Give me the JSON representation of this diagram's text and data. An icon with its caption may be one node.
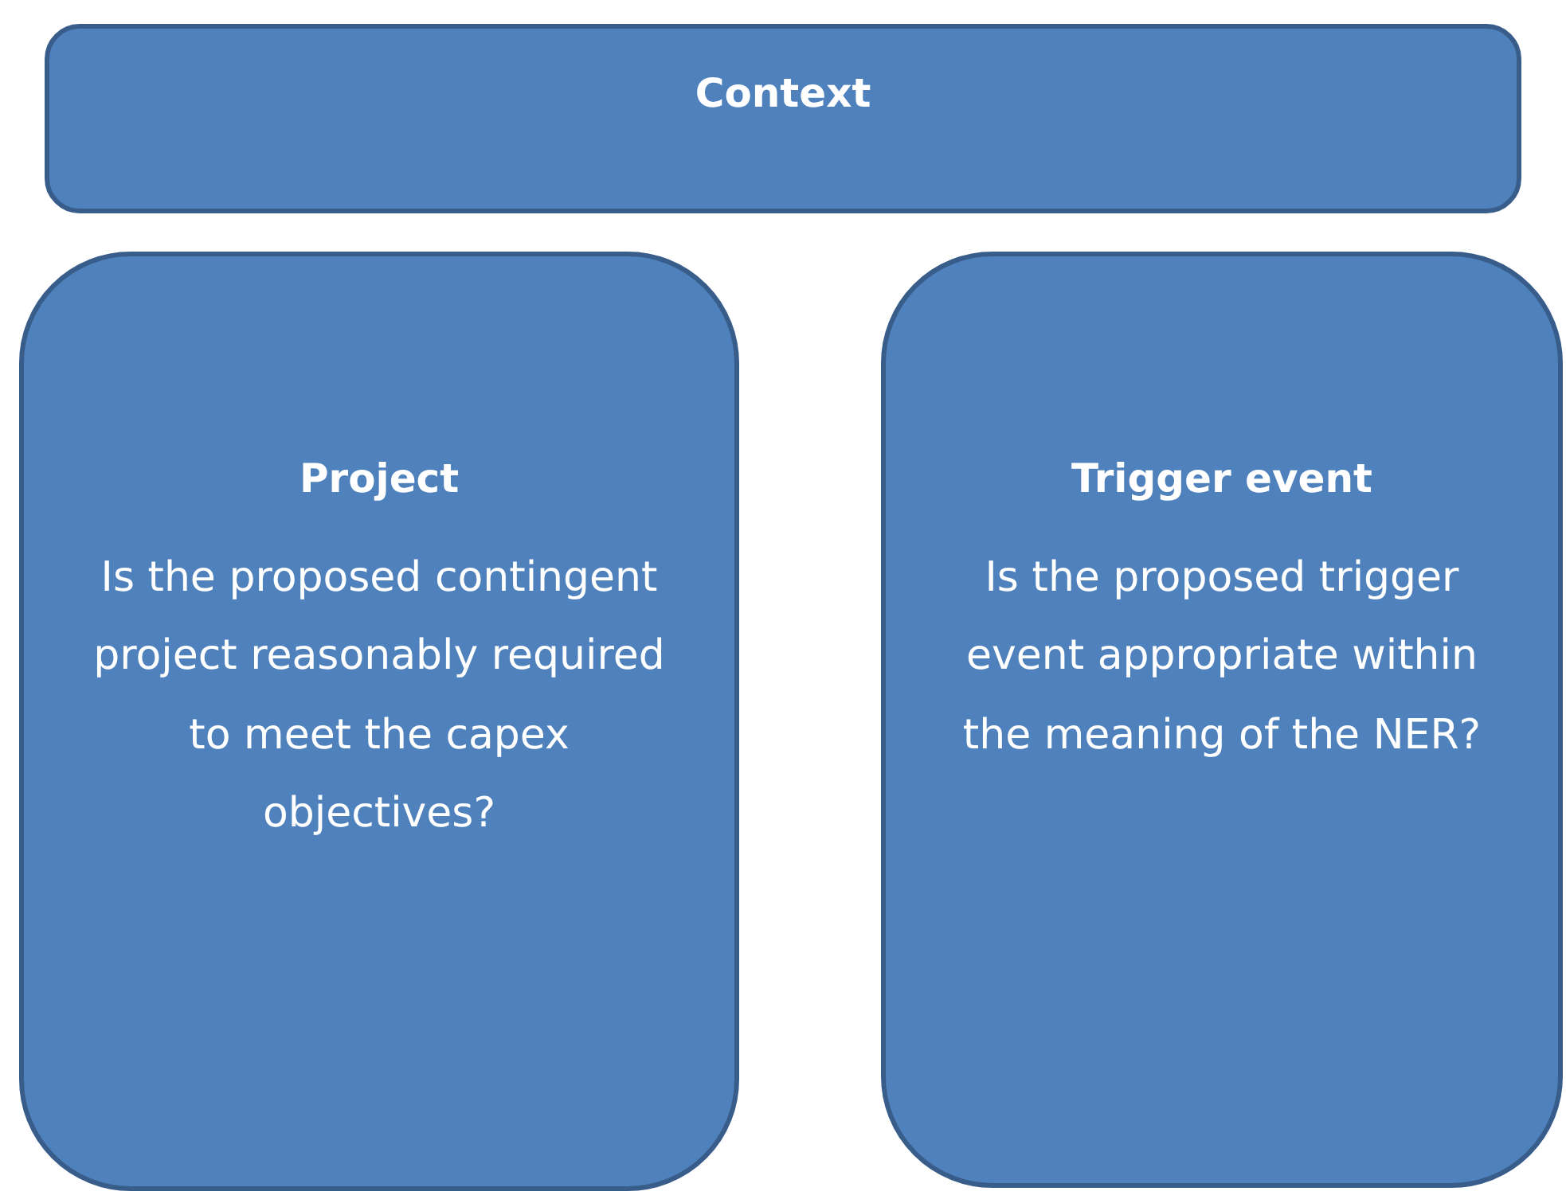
{
  "diagram": {
    "nodes": [
      {
        "text": [
          "Context"
        ]
      },
      {
        "text": [
          "Project",
          "Is the proposed contingent project reasonably required to meet the capex objectives?"
        ]
      },
      {
        "text": [
          "Trigger event",
          "Is the proposed trigger event appropriate within the meaning of the NER?"
        ]
      }
    ]
  }
}
